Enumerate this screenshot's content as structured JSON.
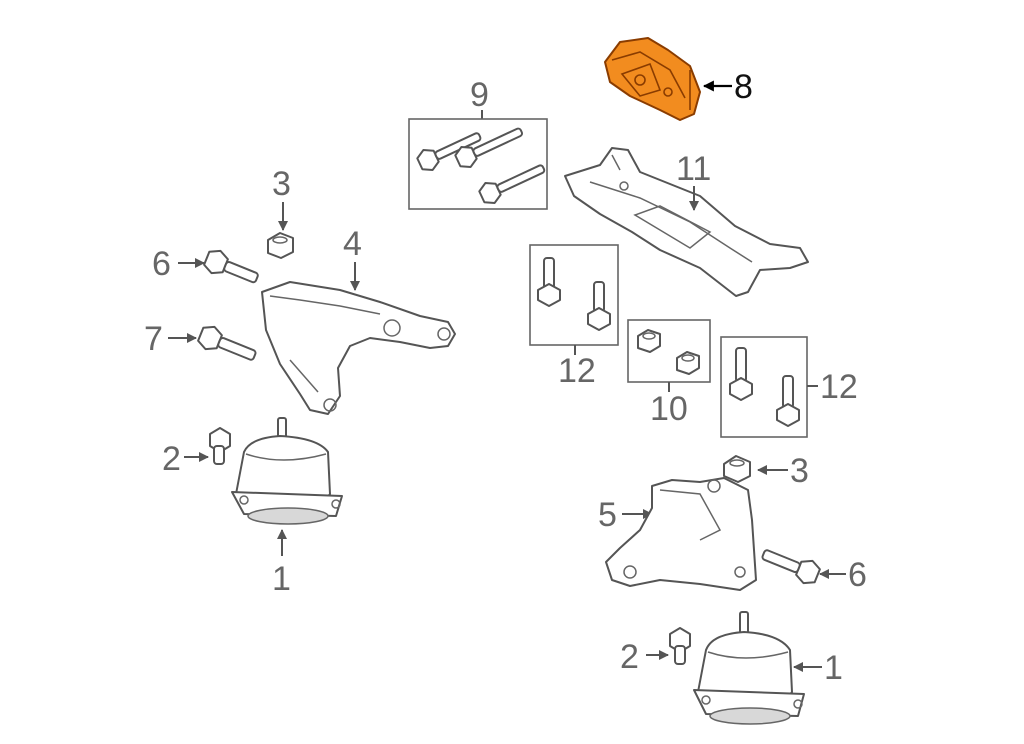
{
  "callouts": {
    "c1_left": "1",
    "c1_right": "1",
    "c2_left": "2",
    "c2_right": "2",
    "c3_left": "3",
    "c3_right": "3",
    "c4": "4",
    "c5": "5",
    "c6_left": "6",
    "c6_right": "6",
    "c7": "7",
    "c8": "8",
    "c9": "9",
    "c10": "10",
    "c11": "11",
    "c12_left": "12",
    "c12_right": "12"
  },
  "colors": {
    "highlight": "#f28c1f",
    "line": "#555555",
    "label": "#666666"
  }
}
